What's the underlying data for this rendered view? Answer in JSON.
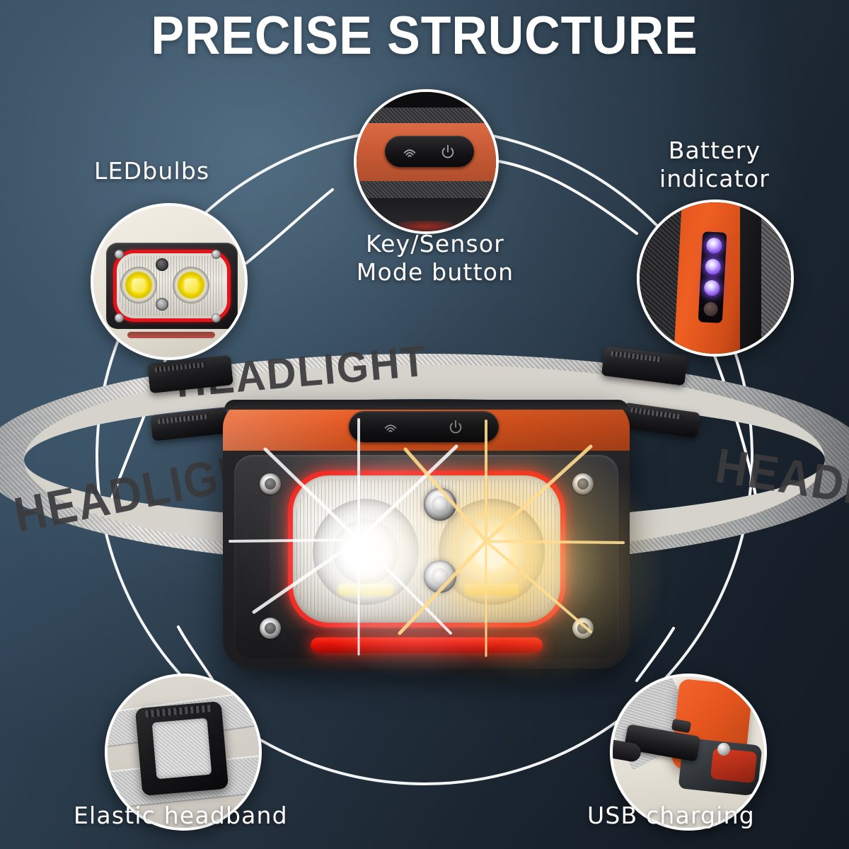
{
  "page": {
    "title": "PRECISE STRUCTURE",
    "background_top_color": "#3f586c",
    "background_bottom_color": "#131a23",
    "accent_orange": "#e2561f",
    "accent_red": "#ef1d16",
    "text_color": "#ffffff"
  },
  "callouts": [
    {
      "id": "led-bulbs",
      "label": "LEDbulbs",
      "position": "top-left",
      "inset_description": "Close-up of the headlamp lens face showing two yellow-phosphor LED bulbs inside a red bezel ring"
    },
    {
      "id": "key-sensor-mode-button",
      "label": "Key/Sensor\nMode button",
      "position": "top-center",
      "icons": [
        "motion-sensor-wave-icon",
        "power-icon"
      ],
      "inset_description": "Close-up of the black oval rubber button on the orange top housing"
    },
    {
      "id": "battery-indicator",
      "label": "Battery\nindicator",
      "position": "top-right",
      "lit_leds": 3,
      "unlit_leds": 1,
      "led_color": "#9b6cf5",
      "inset_description": "Side window on the orange body with three glowing blue-violet battery level LEDs"
    },
    {
      "id": "elastic-headband",
      "label": "Elastic headband",
      "position": "bottom-left",
      "inset_description": "Black plastic adjustment buckle with grey woven elastic strap threaded through"
    },
    {
      "id": "usb-charging",
      "label": "USB charging",
      "position": "bottom-right",
      "inset_description": "Black USB charging cable plugged into the orange side port of the headlamp"
    }
  ],
  "product": {
    "name": "LED headlamp",
    "headband_text": "HEADLIGHT",
    "headband_text_color": "#3b3b3d",
    "headband_color": "#d6d3cd",
    "housing_top_color": "#e2561f",
    "housing_body_color": "#242426",
    "lens_bezel_color": "#ef1d16",
    "button_icons": [
      "motion-sensor-wave-icon",
      "power-icon"
    ],
    "leds": [
      {
        "id": "main-left",
        "beam": "cool-white",
        "color": "#ffffff",
        "state": "on"
      },
      {
        "id": "main-right",
        "beam": "warm-white",
        "color": "#ffdd8c",
        "state": "on"
      },
      {
        "id": "center-upper",
        "beam": "spot",
        "color": "#cfcfd1",
        "state": "off"
      },
      {
        "id": "center-lower",
        "beam": "spot",
        "color": "#cfcfd1",
        "state": "off"
      }
    ],
    "red_indicator_bar_color": "#e01208",
    "screw_count": 4
  }
}
